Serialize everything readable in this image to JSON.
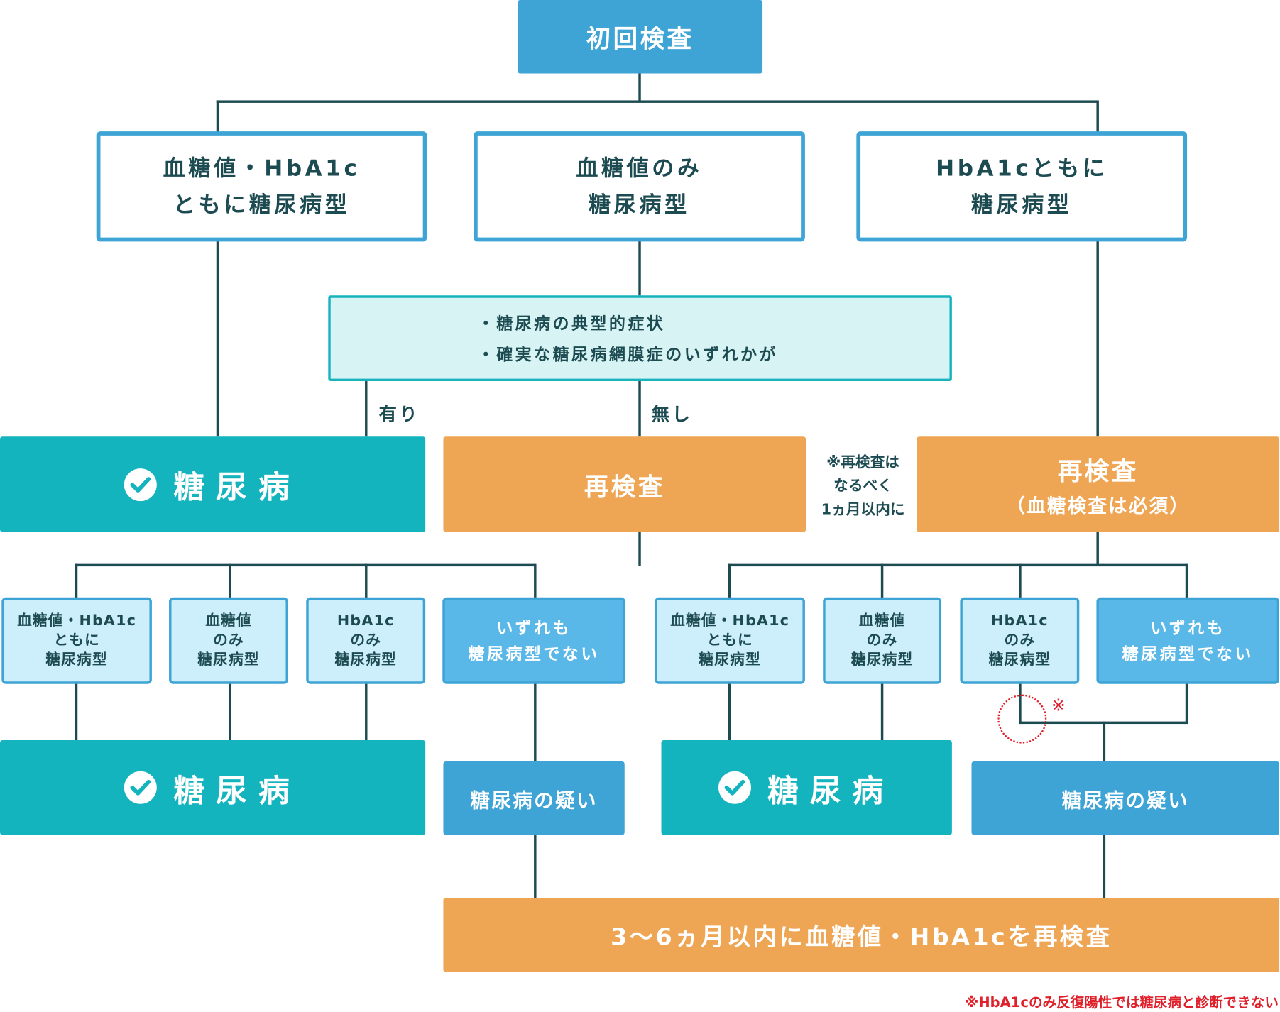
{
  "root": "初回検査",
  "categories": [
    {
      "lines": [
        "血糖値・HbA1c",
        "ともに糖尿病型"
      ]
    },
    {
      "lines": [
        "血糖値のみ",
        "糖尿病型"
      ]
    },
    {
      "lines": [
        "HbA1cともに",
        "糖尿病型"
      ]
    }
  ],
  "condition": {
    "lines": [
      "・糖尿病の典型的症状",
      "・確実な糖尿病網膜症のいずれかが"
    ]
  },
  "branch_yes": "有り",
  "branch_no": "無し",
  "diabetes": "糖尿病",
  "retest": "再検査",
  "retest_note": [
    "※再検査は",
    "なるべく",
    "1ヵ月以内に"
  ],
  "retest_right": {
    "title": "再検査",
    "sub": "（血糖検査は必須）"
  },
  "results": {
    "both": [
      "血糖値・HbA1c",
      "ともに",
      "糖尿病型"
    ],
    "glucose_only": [
      "血糖値",
      "のみ",
      "糖尿病型"
    ],
    "hba1c_only": [
      "HbA1c",
      "のみ",
      "糖尿病型"
    ],
    "none": [
      "いずれも",
      "糖尿病型でない"
    ]
  },
  "suspected": "糖尿病の疑い",
  "final": "3〜6ヵ月以内に血糖値・HbA1cを再検査",
  "asterisk": "※",
  "footnote": "※HbA1cのみ反復陽性では糖尿病と診断できない",
  "colors": {
    "line": "#1d4b52",
    "blue": "#3ea3d5",
    "teal": "#14b4be",
    "orange": "#eea554",
    "red": "#e0202a"
  }
}
